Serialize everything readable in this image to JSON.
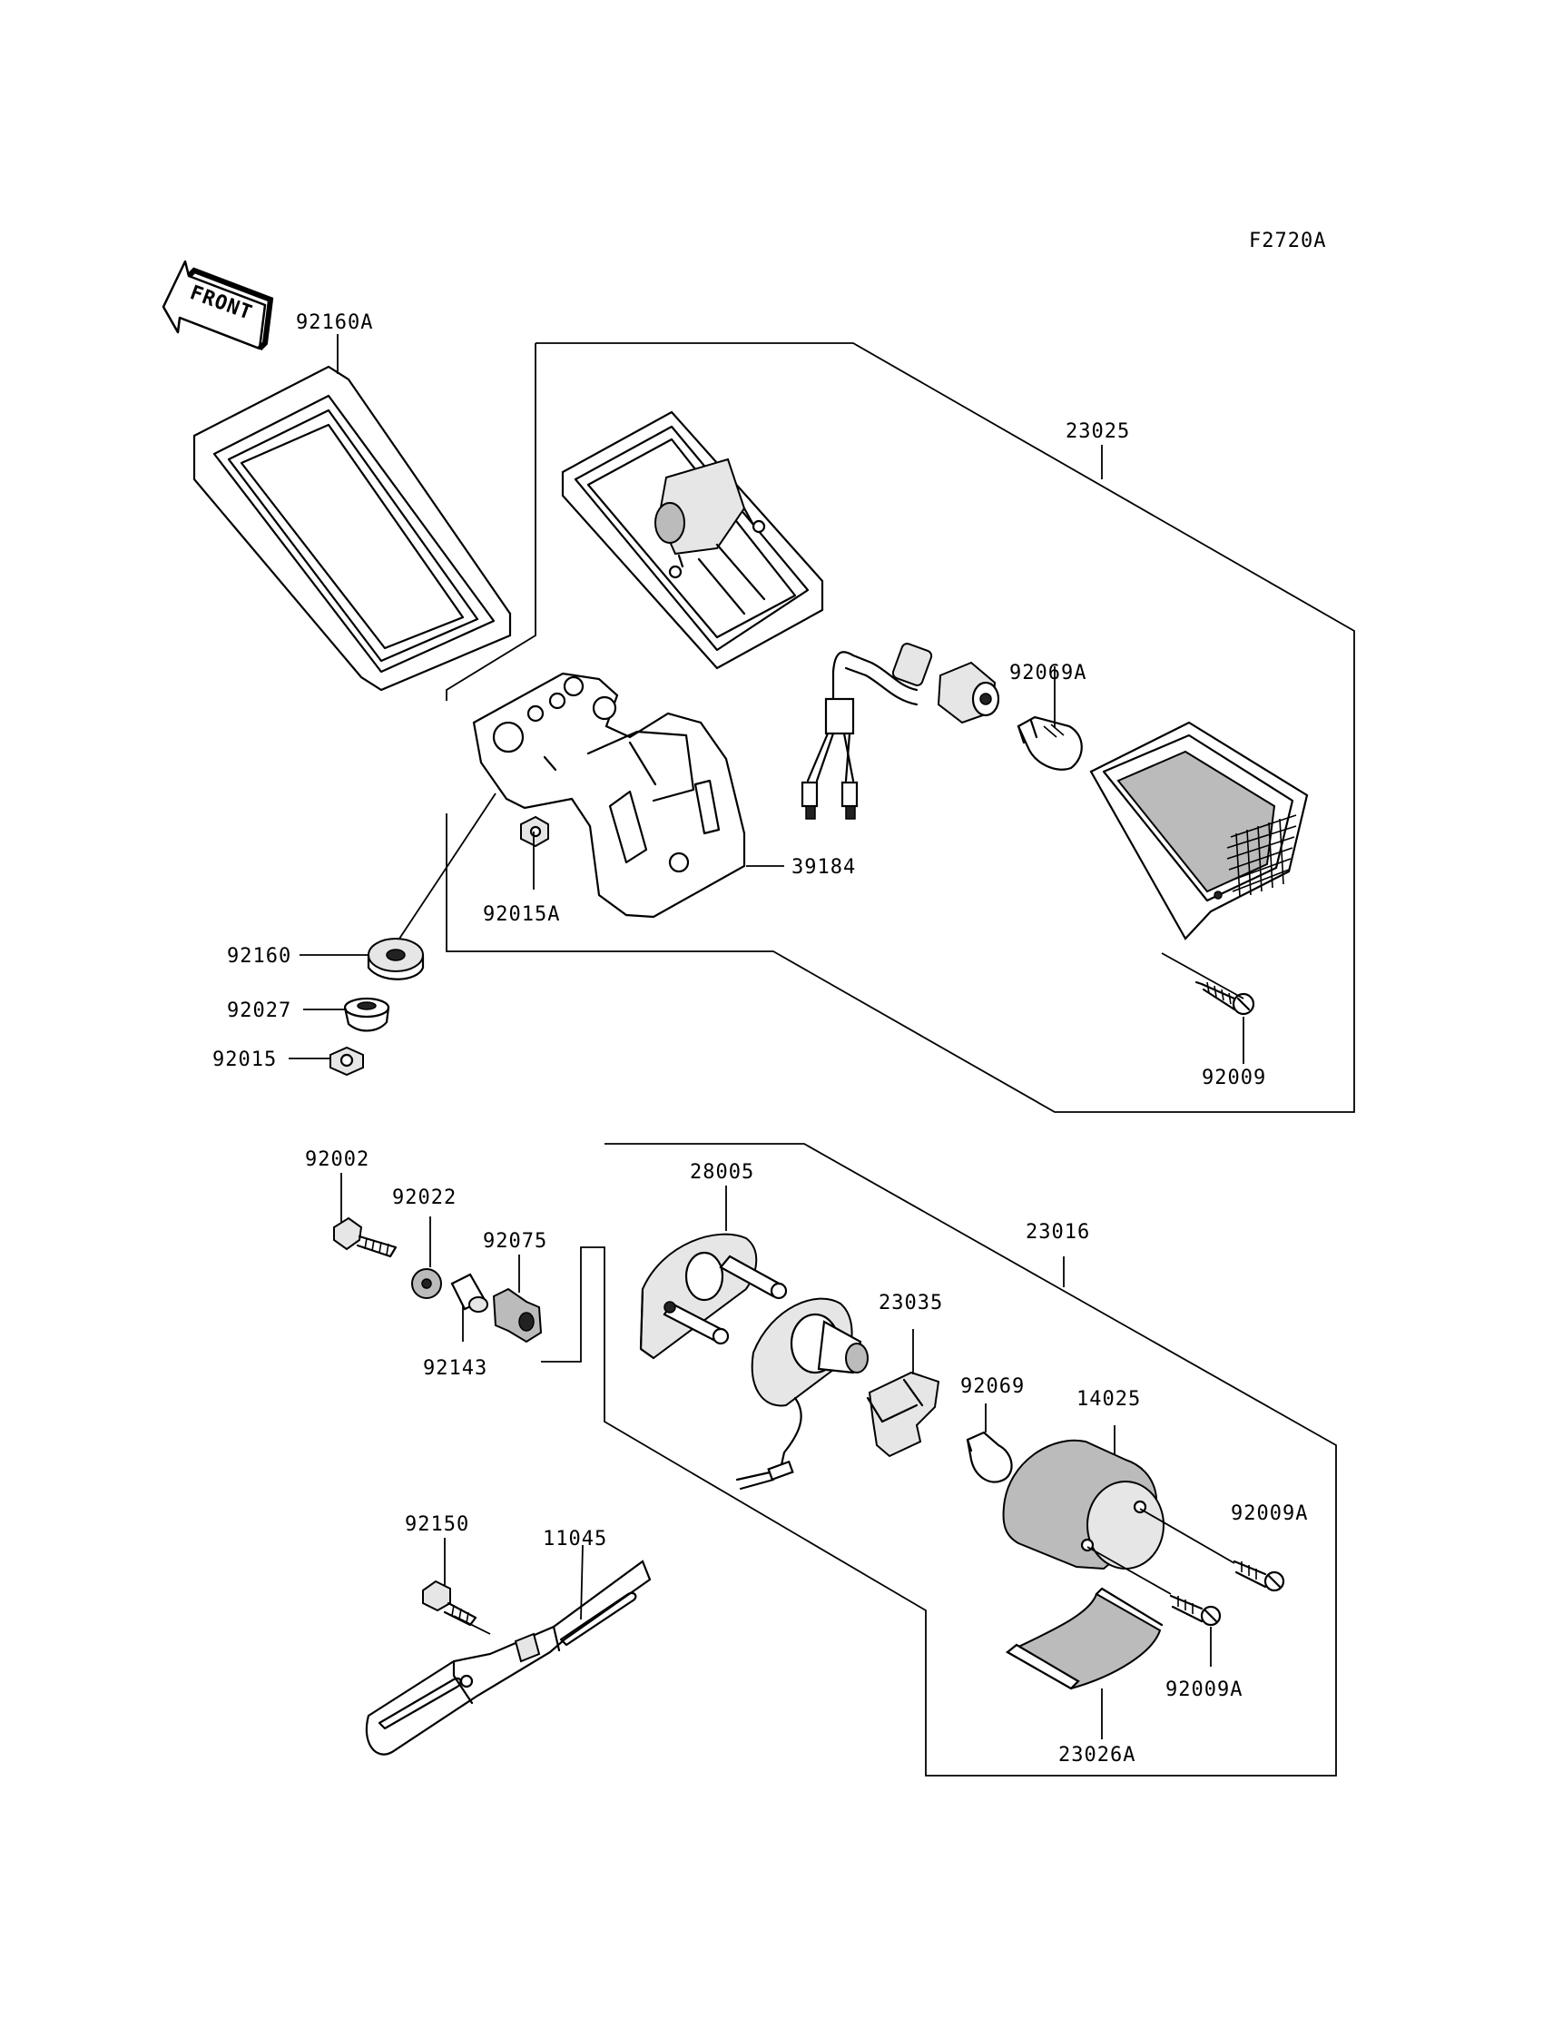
{
  "drawing_code": "F2720A",
  "front_label": "FRONT",
  "parts": {
    "p92160A": "92160A",
    "p23025": "23025",
    "p92069A": "92069A",
    "p39184": "39184",
    "p92015A": "92015A",
    "p92160": "92160",
    "p92027": "92027",
    "p92015": "92015",
    "p92009": "92009",
    "p92002": "92002",
    "p92022": "92022",
    "p92075": "92075",
    "p92143": "92143",
    "p28005": "28005",
    "p23016": "23016",
    "p23035": "23035",
    "p92069": "92069",
    "p14025": "14025",
    "p92009A_1": "92009A",
    "p92009A_2": "92009A",
    "p92150": "92150",
    "p11045": "11045",
    "p23026A": "23026A"
  }
}
